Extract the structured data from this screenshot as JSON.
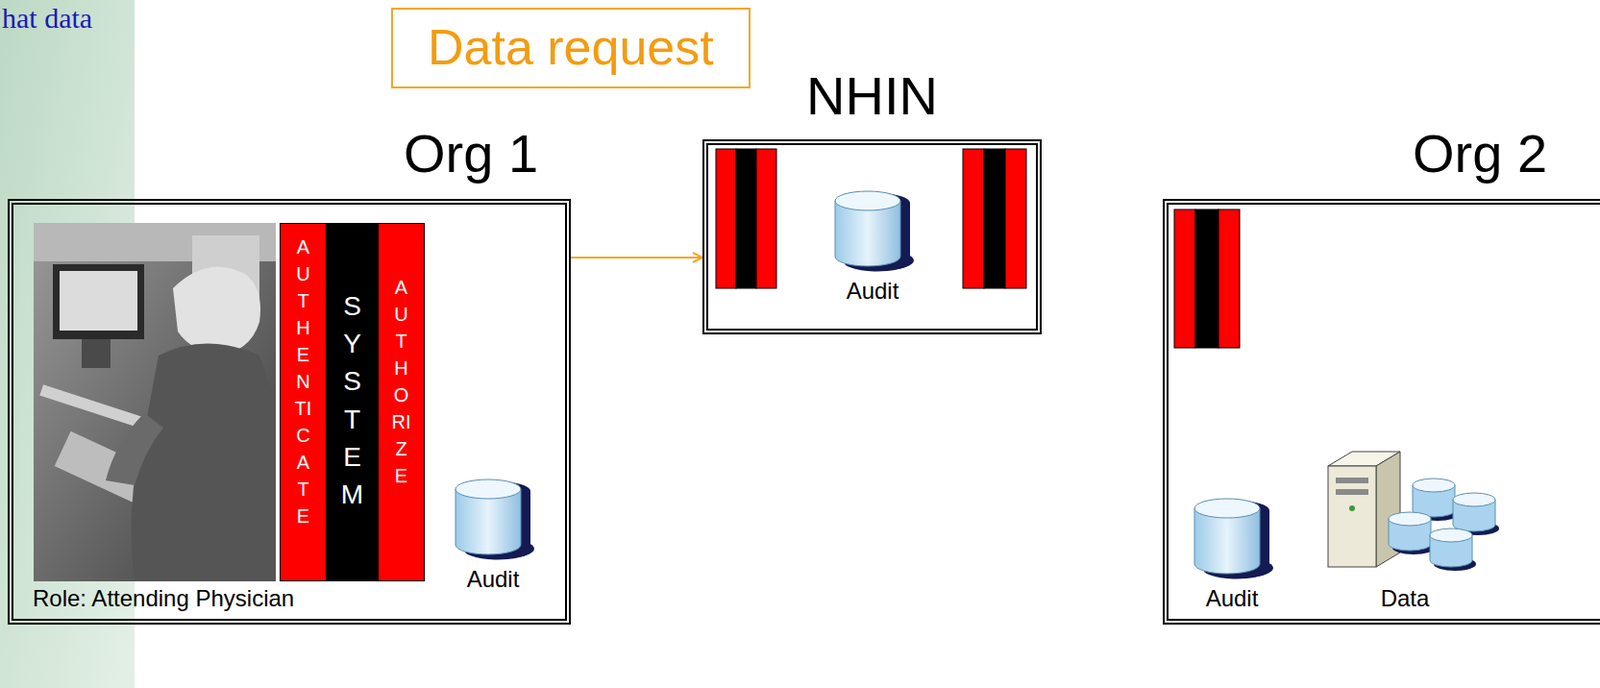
{
  "diagram": {
    "nodes": [
      {
        "text": [
          "Org 1",
          "Role: Attending Physician"
        ]
      },
      {
        "text": [
          "AUTHENTICATE"
        ],
        "in": 0
      },
      {
        "text": [
          "SYSTEM"
        ],
        "in": 0
      },
      {
        "text": [
          "AUTHORIZE"
        ],
        "in": 0
      },
      {
        "text": [
          "Audit"
        ],
        "in": 0
      },
      {
        "text": [
          "NHIN"
        ]
      },
      {
        "text": [
          "Audit"
        ],
        "in": 5
      },
      {
        "text": [
          "Org 2"
        ]
      },
      {
        "text": [
          "Audit"
        ],
        "in": 7
      },
      {
        "text": [
          "Data"
        ],
        "in": 7
      }
    ],
    "edges": [
      {
        "from": 0,
        "to": 5,
        "arrow": "to",
        "label": "Data request"
      }
    ],
    "labels": [
      "hat data"
    ]
  }
}
